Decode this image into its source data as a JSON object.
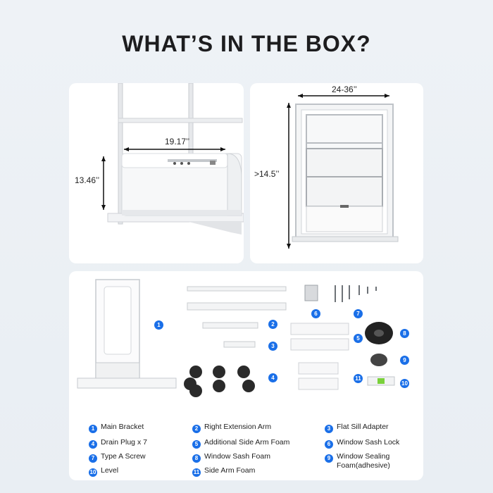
{
  "headline": "WHAT’S IN THE BOX?",
  "ac_unit": {
    "width": "19.17’’",
    "height": "13.46’’"
  },
  "window": {
    "width": "24-36’’",
    "height": ">14.5’’"
  },
  "item_badges": [
    "1",
    "2",
    "3",
    "4",
    "5",
    "6",
    "7",
    "8",
    "9",
    "10",
    "11"
  ],
  "legend": [
    {
      "num": "1",
      "label": "Main Bracket"
    },
    {
      "num": "2",
      "label": "Right Extension Arm"
    },
    {
      "num": "3",
      "label": "Flat Sill Adapter"
    },
    {
      "num": "4",
      "label": "Drain Plug x 7"
    },
    {
      "num": "5",
      "label": "Additional Side Arm Foam"
    },
    {
      "num": "6",
      "label": "Window Sash Lock"
    },
    {
      "num": "7",
      "label": "Type A Screw"
    },
    {
      "num": "8",
      "label": "Window Sash Foam"
    },
    {
      "num": "9",
      "label": "Window Sealing Foam(adhesive)"
    },
    {
      "num": "10",
      "label": "Level"
    },
    {
      "num": "11",
      "label": "Side Arm Foam"
    }
  ],
  "colors": {
    "badge": "#1a6fe8",
    "background": "#eef2f6",
    "panel": "#ffffff"
  }
}
